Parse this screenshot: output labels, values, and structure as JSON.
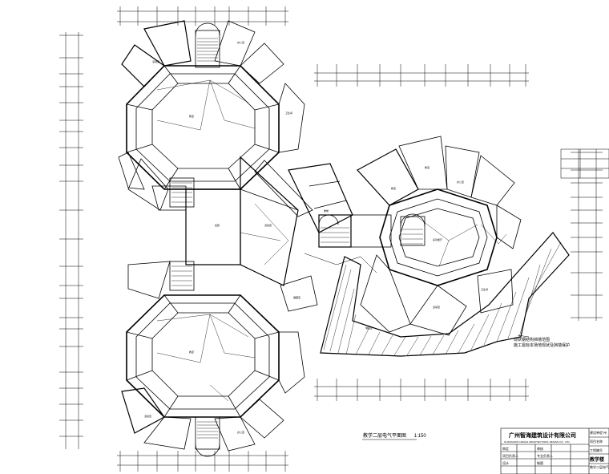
{
  "drawing": {
    "title": "教学二层电气平面图",
    "scale": "1:150",
    "note_line_1": "现状钢结构挡墙范围",
    "note_line_2": "施工需标本场地现状及挡墙保护",
    "room_labels": {
      "classroom": "教室",
      "activity": "活动室",
      "office": "办公室",
      "storage": "储藏室",
      "toilet": "卫生间",
      "corridor": "走廊",
      "stair": "楼梯",
      "multi_hall": "多功能厅"
    }
  },
  "title_block": {
    "company": "广州智海建筑设计有限公司",
    "company_en": "GUANGZHOU ZHIHAI ARCHITECTURAL DESIGN CO., LTD.",
    "row_labels": [
      "审定",
      "审核",
      "项目负责人",
      "专业负责人",
      "设计",
      "制图"
    ],
    "right_header_1": "建设单位",
    "right_header_2": "项目名称",
    "right_header_3": "工程编号",
    "right_value_1": "广州",
    "right_big": "教学楼",
    "right_sub": "教学二层电气"
  },
  "colors": {
    "line": "#000000",
    "background": "#ffffff"
  }
}
